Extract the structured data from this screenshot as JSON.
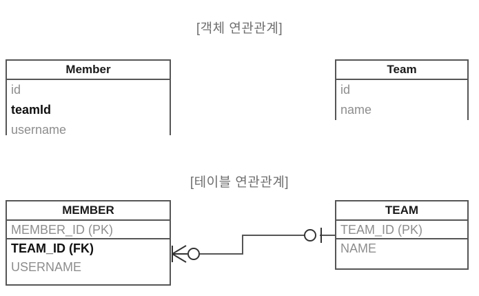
{
  "diagram": {
    "type": "er-diagram",
    "background": "#ffffff",
    "line_color": "#555555",
    "muted_text_color": "#8d8d8d",
    "strong_text_color": "#111111",
    "caption_color": "#6e6e6e"
  },
  "sections": {
    "object_model": {
      "caption": "[객체 연관관계]",
      "entities": [
        {
          "name": "Member",
          "attributes": [
            {
              "label": "id",
              "emphasis": "normal",
              "divider": false
            },
            {
              "label": "teamId",
              "emphasis": "bold",
              "divider": false
            },
            {
              "label": "username",
              "emphasis": "normal",
              "divider": false
            }
          ]
        },
        {
          "name": "Team",
          "attributes": [
            {
              "label": "id",
              "emphasis": "normal",
              "divider": false
            },
            {
              "label": "name",
              "emphasis": "normal",
              "divider": false
            }
          ]
        }
      ]
    },
    "table_model": {
      "caption": "[테이블 연관관계]",
      "entities": [
        {
          "name": "MEMBER",
          "attributes": [
            {
              "label": "MEMBER_ID (PK)",
              "emphasis": "normal",
              "divider": true
            },
            {
              "label": "TEAM_ID (FK)",
              "emphasis": "bold",
              "divider": false
            },
            {
              "label": "USERNAME",
              "emphasis": "normal",
              "divider": false
            }
          ]
        },
        {
          "name": "TEAM",
          "attributes": [
            {
              "label": "TEAM_ID (PK)",
              "emphasis": "normal",
              "divider": true
            },
            {
              "label": "NAME",
              "emphasis": "normal",
              "divider": false
            }
          ]
        }
      ],
      "relationship": {
        "from": "MEMBER",
        "to": "TEAM",
        "from_cardinality": "zero-or-many",
        "to_cardinality": "zero-or-one",
        "notation": "crows-foot"
      }
    }
  }
}
